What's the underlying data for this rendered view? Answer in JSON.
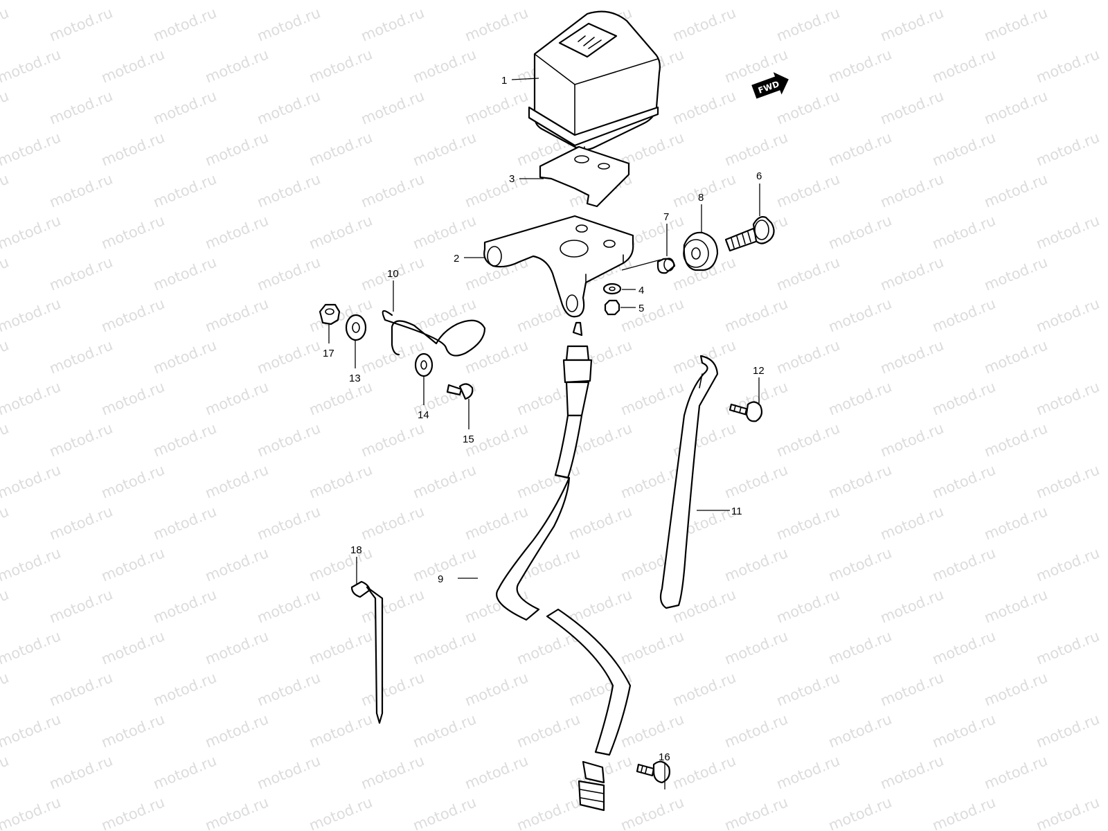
{
  "watermark": "motod.ru",
  "fwd_badge": "FWD",
  "callouts": [
    {
      "id": "1",
      "label": "1",
      "part": "cdi-unit-box"
    },
    {
      "id": "2",
      "label": "2",
      "part": "mounting-bracket"
    },
    {
      "id": "3",
      "label": "3",
      "part": "cushion-plate"
    },
    {
      "id": "4",
      "label": "4",
      "part": "washer"
    },
    {
      "id": "5",
      "label": "5",
      "part": "nut"
    },
    {
      "id": "6",
      "label": "6",
      "part": "bolt"
    },
    {
      "id": "7",
      "label": "7",
      "part": "collar"
    },
    {
      "id": "8",
      "label": "8",
      "part": "grommet"
    },
    {
      "id": "9",
      "label": "9",
      "part": "hose"
    },
    {
      "id": "10",
      "label": "10",
      "part": "wire-clamp"
    },
    {
      "id": "11",
      "label": "11",
      "part": "long-clamp"
    },
    {
      "id": "12",
      "label": "12",
      "part": "bolt"
    },
    {
      "id": "13",
      "label": "13",
      "part": "washer"
    },
    {
      "id": "14",
      "label": "14",
      "part": "washer"
    },
    {
      "id": "15",
      "label": "15",
      "part": "screw"
    },
    {
      "id": "16",
      "label": "16",
      "part": "screw"
    },
    {
      "id": "17",
      "label": "17",
      "part": "nut"
    },
    {
      "id": "18",
      "label": "18",
      "part": "cable-tie"
    }
  ],
  "colors": {
    "line": "#000000",
    "background": "#ffffff",
    "watermark": "#dcdcdc"
  }
}
